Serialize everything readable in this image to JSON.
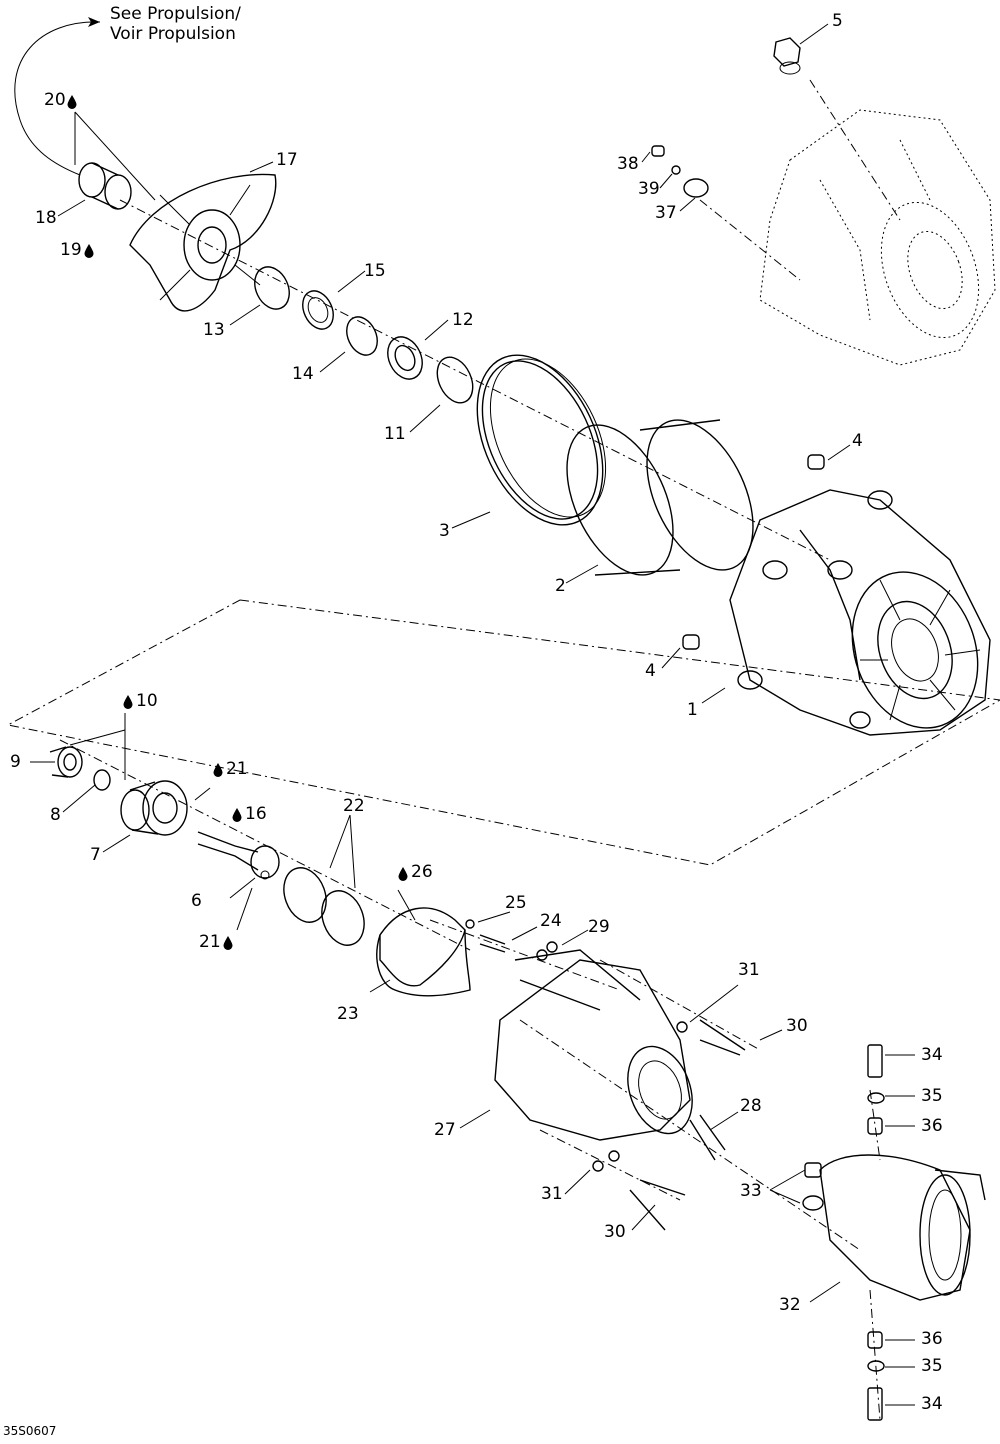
{
  "note": {
    "line1": "See Propulsion/",
    "line2": "Voir Propulsion"
  },
  "diagram_code": "35S0607",
  "callouts": {
    "c1": "1",
    "c2": "2",
    "c3": "3",
    "c4a": "4",
    "c4b": "4",
    "c5": "5",
    "c6": "6",
    "c7": "7",
    "c8": "8",
    "c9": "9",
    "c10": "10",
    "c11": "11",
    "c12": "12",
    "c13": "13",
    "c14": "14",
    "c15": "15",
    "c16": "16",
    "c17": "17",
    "c18": "18",
    "c19": "19",
    "c20": "20",
    "c21a": "21",
    "c21b": "21",
    "c22": "22",
    "c23": "23",
    "c24": "24",
    "c25": "25",
    "c26": "26",
    "c27": "27",
    "c28": "28",
    "c29": "29",
    "c30a": "30",
    "c30b": "30",
    "c31a": "31",
    "c31b": "31",
    "c32": "32",
    "c33": "33",
    "c34a": "34",
    "c34b": "34",
    "c35a": "35",
    "c35b": "35",
    "c36a": "36",
    "c36b": "36",
    "c37": "37",
    "c38": "38",
    "c39": "39"
  },
  "lubrication_icon": "oil-drop-icon"
}
